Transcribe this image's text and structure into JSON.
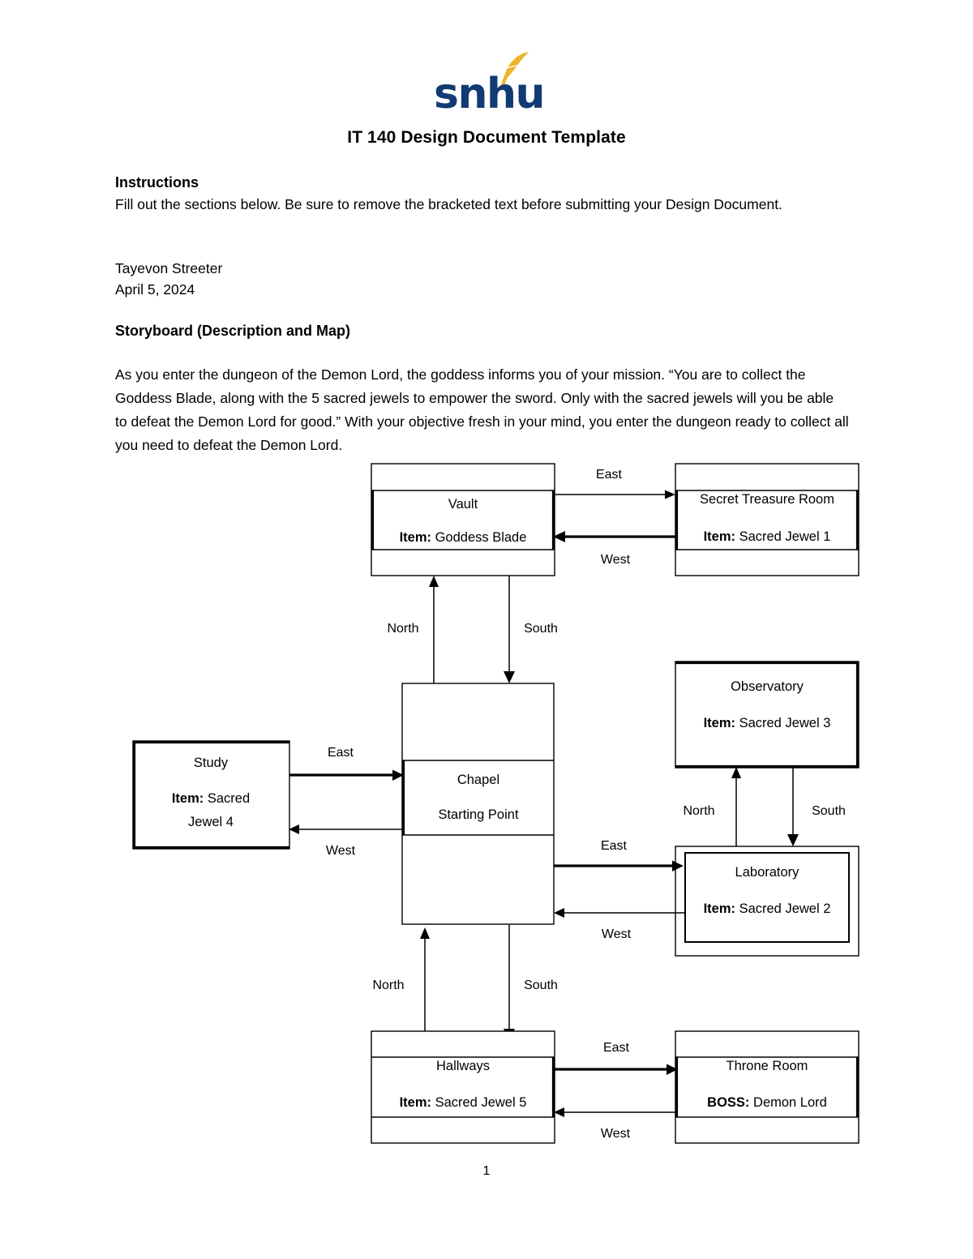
{
  "logo": {
    "text": "snhu",
    "icon": "feather-icon",
    "brand_blue": "#113b72",
    "brand_gold": "#edb42b"
  },
  "document": {
    "title": "IT 140 Design Document Template",
    "page_number": "1"
  },
  "instructions": {
    "heading": "Instructions",
    "body": "Fill out the sections below. Be sure to remove the bracketed text before submitting your Design Document."
  },
  "author": {
    "name": "Tayevon Streeter",
    "date": "April 5, 2024"
  },
  "storyboard": {
    "heading": "Storyboard (Description and Map)",
    "body": "As you enter the dungeon of the Demon Lord, the goddess informs you of your mission. “You are to collect the Goddess Blade, along with the 5 sacred jewels to empower the sword. Only with the sacred jewels will you be able to defeat the Demon Lord for good.” With your objective fresh in your mind, you enter the dungeon ready to collect all you need to defeat the Demon Lord."
  },
  "map": {
    "rooms": {
      "vault": {
        "name": "Vault",
        "line2_bold": "Item:",
        "line2_rest": " Goddess Blade"
      },
      "secret_treasure": {
        "name": "Secret Treasure Room",
        "line2_bold": "Item:",
        "line2_rest": " Sacred Jewel 1"
      },
      "study": {
        "name": "Study",
        "line2_bold": "Item:",
        "line2_rest": " Sacred",
        "line3": "Jewel 4"
      },
      "chapel": {
        "name": "Chapel",
        "line2_rest": "Starting Point"
      },
      "observatory": {
        "name": "Observatory",
        "line2_bold": "Item:",
        "line2_rest": " Sacred Jewel 3"
      },
      "laboratory": {
        "name": "Laboratory",
        "line2_bold": "Item:",
        "line2_rest": " Sacred Jewel 2"
      },
      "hallways": {
        "name": "Hallways",
        "line2_bold": "Item:",
        "line2_rest": " Sacred Jewel 5"
      },
      "throne_room": {
        "name": "Throne Room",
        "line2_bold": "BOSS:",
        "line2_rest": " Demon Lord"
      }
    },
    "directions": {
      "vault_east": "East",
      "vault_west": "West",
      "chapel_north": "North",
      "chapel_south": "South",
      "study_east": "East",
      "study_west": "West",
      "lab_east": "East",
      "lab_west": "West",
      "observatory_north": "North",
      "observatory_south": "South",
      "hallways_north": "North",
      "hallways_south": "South",
      "throne_east": "East",
      "throne_west": "West"
    }
  }
}
